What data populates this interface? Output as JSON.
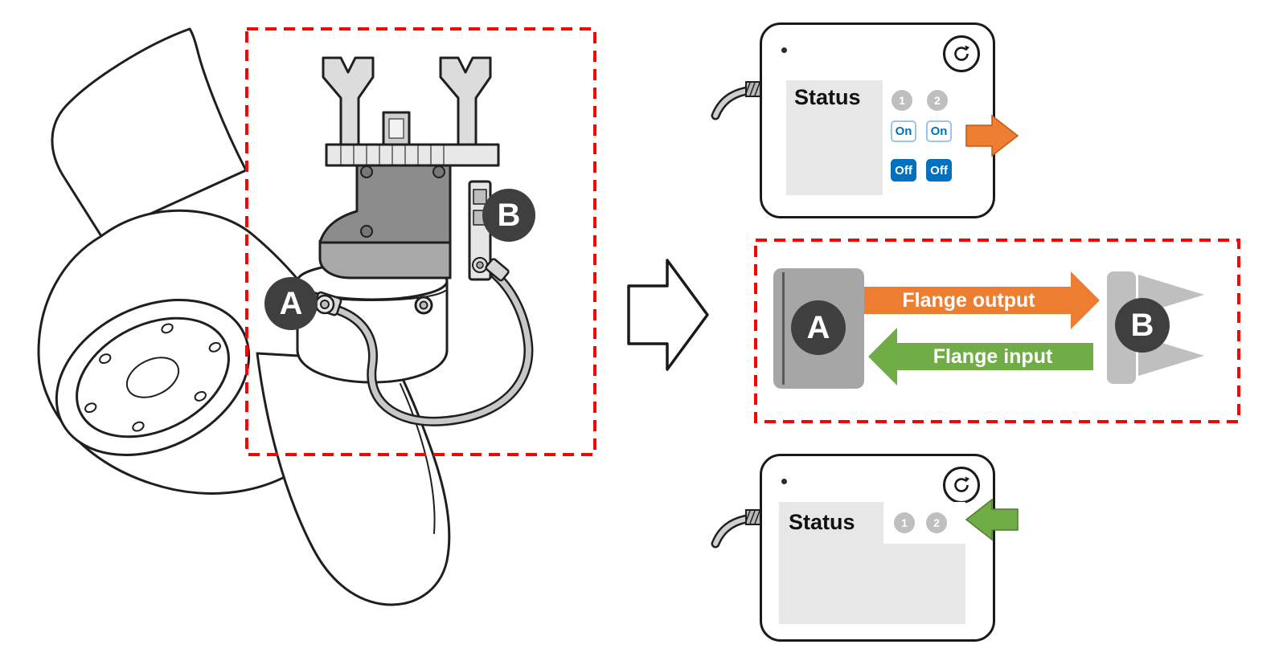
{
  "illustration": {
    "label_a": "A",
    "label_b": "B"
  },
  "top_pendant": {
    "screen_title": "Status",
    "indicators": [
      "1",
      "2"
    ],
    "on_label": "On",
    "off_label": "Off"
  },
  "flange_diagram": {
    "label_a": "A",
    "label_b": "B",
    "output_label": "Flange output",
    "input_label": "Flange input"
  },
  "bottom_pendant": {
    "screen_title": "Status",
    "indicators": [
      "1",
      "2"
    ]
  },
  "colors": {
    "accent_orange": "#ED7D31",
    "accent_green": "#70AD47",
    "highlight_red": "#FF0000",
    "badge_dark": "#3F3F3F",
    "button_blue": "#0070C0",
    "button_border_light_blue": "#9DC3E6",
    "indicator_gray": "#BFBFBF"
  },
  "icons": {
    "pendant_button": "rotate-arrow-icon",
    "top_device_arrow": "right-arrow-icon",
    "bottom_device_arrow": "left-arrow-icon",
    "transition": "hollow-right-arrow-icon"
  }
}
